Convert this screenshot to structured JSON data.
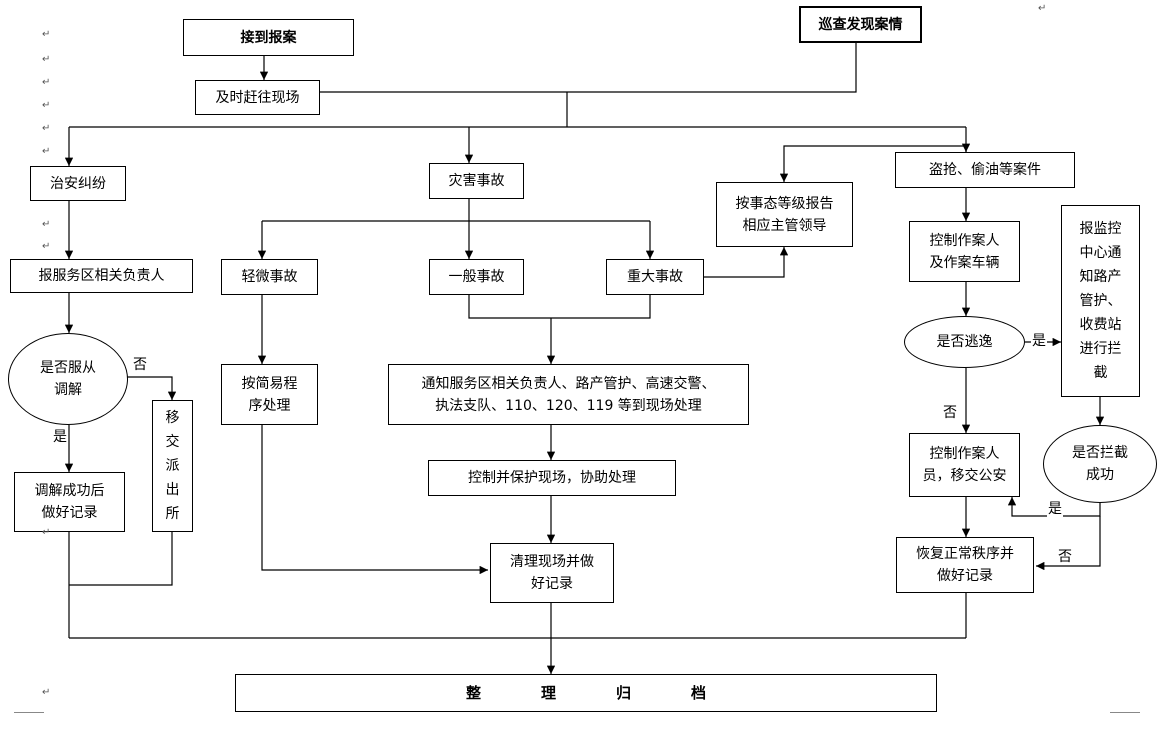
{
  "nodes": {
    "receive_report": "接到报案",
    "patrol_discover": "巡查发现案情",
    "rush_scene": "及时赶往现场",
    "public_order": "治安纠纷",
    "disaster": "灾害事故",
    "theft": "盗抢、偷油等案件",
    "report_officials": "报服务区相关负责人",
    "obey_mediation": "是否服从\n调解",
    "transfer_police": "移\n交\n派\n出\n所",
    "mediation_record": "调解成功后\n做好记录",
    "minor": "轻微事故",
    "general": "一般事故",
    "major": "重大事故",
    "report_leader": "按事态等级报告\n相应主管领导",
    "simple_procedure": "按简易程\n序处理",
    "notify_all": "通知服务区相关负责人、路产管护、高速交警、\n执法支队、110、120、119 等到现场处理",
    "protect_scene": "控制并保护现场，协助处理",
    "clean_scene": "清理现场并做\n好记录",
    "control_vehicle": "控制作案人\n及作案车辆",
    "escaped": "是否逃逸",
    "monitor_notify": "报监控\n中心通\n知路产\n管护、\n收费站\n进行拦\n截",
    "intercepted": "是否拦截\n成功",
    "control_suspect": "控制作案人\n员，移交公安",
    "restore_order": "恢复正常秩序并\n做好记录",
    "archive": "整　　　　理　　　　归　　　　档"
  },
  "edge_labels": {
    "no_1": "否",
    "yes_1": "是",
    "yes_2": "是",
    "no_2": "否",
    "yes_3": "是",
    "no_3": "否"
  },
  "marks": {
    "paragraph": "↵"
  }
}
